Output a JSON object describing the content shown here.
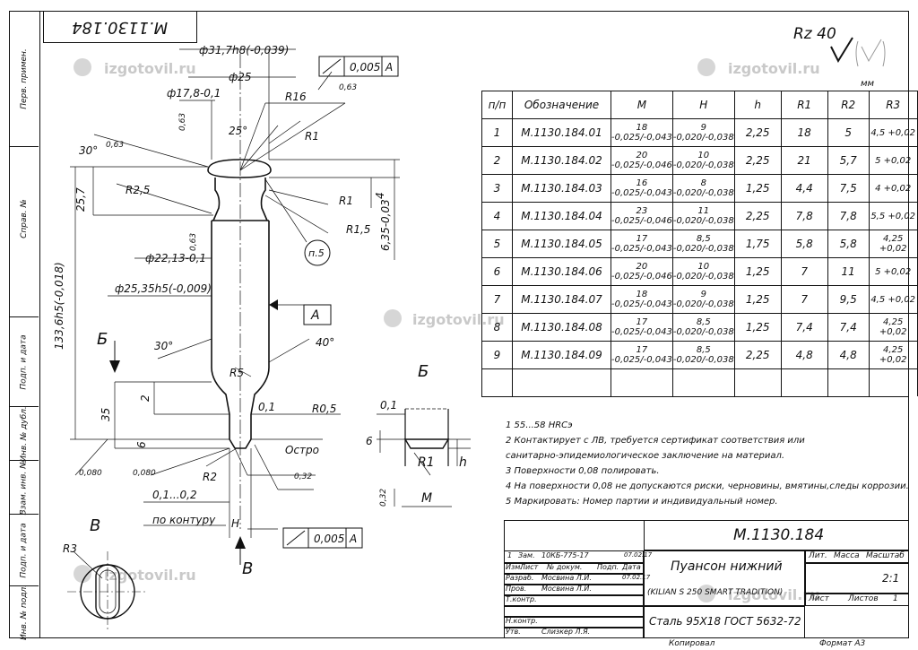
{
  "doc_code_rotated": "М.1130.184",
  "roughness": {
    "label": "Rz 40",
    "extra": "(√)"
  },
  "left_strip": [
    "Перв. примен.",
    "Справ. №",
    "Подп. и дата",
    "Инв. № дубл.",
    "Взам. инв. №",
    "Подп. и дата",
    "Инв. № подл."
  ],
  "watermark": "izgotovil.ru",
  "table": {
    "units": "мм",
    "headers": [
      "п/п",
      "Обозначение",
      "М",
      "H",
      "h",
      "R1",
      "R2",
      "R3"
    ],
    "rows": [
      [
        "1",
        "М.1130.184.01",
        "18 -0,025/-0,043",
        "9 -0,020/-0,038",
        "2,25",
        "18",
        "5",
        "4,5 +0,02"
      ],
      [
        "2",
        "М.1130.184.02",
        "20 -0,025/-0,046",
        "10 -0,020/-0,038",
        "2,25",
        "21",
        "5,7",
        "5 +0,02"
      ],
      [
        "3",
        "М.1130.184.03",
        "16 -0,025/-0,043",
        "8 -0,020/-0,038",
        "1,25",
        "4,4",
        "7,5",
        "4 +0,02"
      ],
      [
        "4",
        "М.1130.184.04",
        "23 -0,025/-0,046",
        "11 -0,020/-0,038",
        "2,25",
        "7,8",
        "7,8",
        "5,5 +0,02"
      ],
      [
        "5",
        "М.1130.184.05",
        "17 -0,025/-0,043",
        "8,5 -0,020/-0,038",
        "1,75",
        "5,8",
        "5,8",
        "4,25 +0,02"
      ],
      [
        "6",
        "М.1130.184.06",
        "20 -0,025/-0,046",
        "10 -0,020/-0,038",
        "1,25",
        "7",
        "11",
        "5 +0,02"
      ],
      [
        "7",
        "М.1130.184.07",
        "18 -0,025/-0,043",
        "9 -0,020/-0,038",
        "1,25",
        "7",
        "9,5",
        "4,5 +0,02"
      ],
      [
        "8",
        "М.1130.184.08",
        "17 -0,025/-0,043",
        "8,5 -0,020/-0,038",
        "1,25",
        "7,4",
        "7,4",
        "4,25 +0,02"
      ],
      [
        "9",
        "М.1130.184.09",
        "17 -0,025/-0,043",
        "8,5 -0,020/-0,038",
        "2,25",
        "4,8",
        "4,8",
        "4,25 +0,02"
      ]
    ]
  },
  "notes": [
    "1 55...58 HRCэ",
    "2  Контактирует  с   ЛВ,   требуется  сертификат  соответствия  или",
    "санитарно-эпидемиологическое заключение на материал.",
    "3 Поверхности 0,08 полировать.",
    "4 На поверхности 0,08 не допускаются риски, черновины, вмятины,следы коррозии.",
    "5 Маркировать: Номер партии и индивидуальный номер."
  ],
  "drawing_labels": {
    "d31": "ф31,7h8(-0,039)",
    "d25": "ф25",
    "d17": "ф17,8-0,1",
    "r16": "R16",
    "r1a": "R1",
    "r1b": "R1",
    "r25": "R2,5",
    "r15": "R1,5",
    "p5": "п.5",
    "d22": "ф22,13-0,1",
    "d2535": "ф25,35h5(-0,009)",
    "a": "A",
    "b1": "Б",
    "b2": "Б",
    "ang30a": "30°",
    "ang30b": "30°",
    "ang25": "25°",
    "ang40": "40°",
    "r5": "R5",
    "r05": "R0,5",
    "d01a": "0,1",
    "d01b": "0,1",
    "ostro": "Остро",
    "r2": "R2",
    "d0102": "0,1...0,2",
    "po_konturu": "по контуру",
    "h_small": "H",
    "v1": "В",
    "v2": "В",
    "r3": "R3",
    "tol1": "0,005",
    "tol1a": "A",
    "tol2": "0,005",
    "tol2a": "A",
    "dim257": "25,7",
    "dim1336": "133,6h5(-0,018)",
    "dim35": "35",
    "dim2": "2",
    "dim6": "6",
    "dim4": "4",
    "dim635": "6,35-0,03",
    "r063a": "0,63",
    "r063b": "0,63",
    "r063c": "0,63",
    "r063d": "0,63",
    "r080a": "0,080",
    "r080b": "0,080",
    "r032a": "0,32",
    "r032b": "0,32",
    "sec_r1": "R1",
    "sec_m": "M",
    "sec_h": "h",
    "sec_6": "6"
  },
  "title_block": {
    "designation": "М.1130.184",
    "name": "Пуансон нижний",
    "name_sub": "(KILIAN S 250 SMART TRADITION)",
    "material": "Сталь 95Х18 ГОСТ 5632-72",
    "lit_label": "Лит.",
    "mass_label": "Масса",
    "scale_label": "Масштаб",
    "scale": "2:1",
    "sheet_label": "Лист",
    "sheets_label": "Листов",
    "sheets": "1",
    "change_row": [
      "1",
      "Зам.",
      "10КБ-775-17",
      "",
      "07.02.17"
    ],
    "head_cols": [
      "Изм.",
      "Лист",
      "№ докум.",
      "Подп.",
      "Дата"
    ],
    "roles": [
      {
        "role": "Разраб.",
        "name": "Мосвина Л.И.",
        "date": "07.02.17"
      },
      {
        "role": "Пров.",
        "name": "Мосвина Л.И.",
        "date": ""
      },
      {
        "role": "Т.контр.",
        "name": "",
        "date": ""
      },
      {
        "role": "",
        "name": "",
        "date": ""
      },
      {
        "role": "Н.контр.",
        "name": "",
        "date": ""
      },
      {
        "role": "Утв.",
        "name": "Слизкер Л.Я.",
        "date": ""
      }
    ],
    "copied": "Копировал",
    "format": "Формат   А3"
  }
}
